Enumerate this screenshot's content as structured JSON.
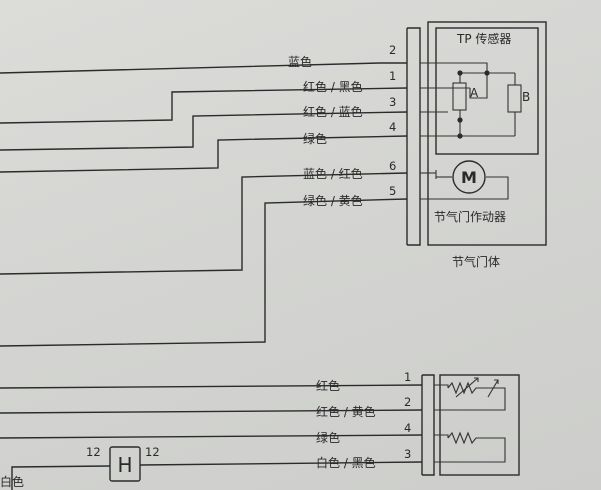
{
  "tp_sensor": {
    "title": "TP 传感器",
    "label_a": "A",
    "label_b": "B"
  },
  "actuator": {
    "motor_symbol": "M",
    "title": "节气门作动器"
  },
  "throttle_body": {
    "title": "节气门体"
  },
  "upper_wires": [
    {
      "label": "蓝色",
      "pin": "2"
    },
    {
      "label": "红色 / 黑色",
      "pin": "1"
    },
    {
      "label": "红色 / 蓝色",
      "pin": "3"
    },
    {
      "label": "绿色",
      "pin": "4"
    },
    {
      "label": "蓝色 / 红色",
      "pin": "6"
    },
    {
      "label": "绿色 / 黄色",
      "pin": "5"
    }
  ],
  "lower_wires": [
    {
      "label": "红色",
      "pin": "1"
    },
    {
      "label": "红色 / 黄色",
      "pin": "2"
    },
    {
      "label": "绿色",
      "pin": "4"
    },
    {
      "label": "白色 / 黑色",
      "pin": "3"
    }
  ],
  "connector": {
    "symbol": "H",
    "pin_left": "12",
    "pin_right": "12"
  },
  "bottom_left_label": "白色"
}
